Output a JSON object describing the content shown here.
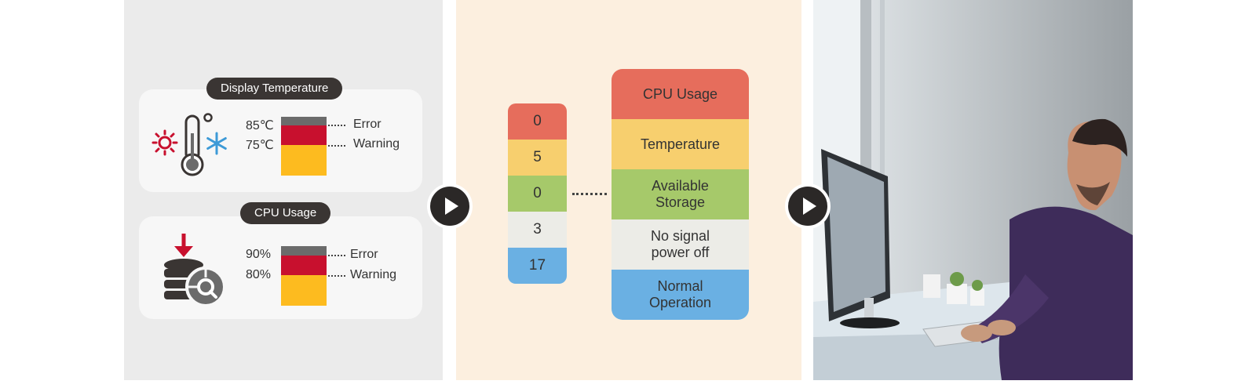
{
  "monitoring": {
    "display_temperature": {
      "title": "Display Temperature",
      "high_value": "85℃",
      "low_value": "75℃",
      "high_label": "Error",
      "low_label": "Warning"
    },
    "cpu_usage": {
      "title": "CPU Usage",
      "high_value": "90%",
      "low_value": "80%",
      "high_label": "Error",
      "low_label": "Warning"
    }
  },
  "counts": [
    "0",
    "5",
    "0",
    "3",
    "17"
  ],
  "statuses": [
    {
      "label_line1": "CPU Usage",
      "label_line2": ""
    },
    {
      "label_line1": "Temperature",
      "label_line2": ""
    },
    {
      "label_line1": "Available",
      "label_line2": "Storage"
    },
    {
      "label_line1": "No signal",
      "label_line2": "power off"
    },
    {
      "label_line1": "Normal",
      "label_line2": "Operation"
    }
  ],
  "colors": {
    "cpu": "#e66d5c",
    "temperature": "#f7cf6e",
    "storage": "#a6c96a",
    "no_signal": "#ecece7",
    "normal": "#6ab0e3",
    "error_band": "#c8102e",
    "warning_band": "#fdbb1f",
    "cap": "#6b6b6b",
    "accent_red": "#c8102e",
    "accent_blue": "#3d9ad7"
  },
  "icons": [
    "sun-icon",
    "thermometer-icon",
    "snowflake-icon",
    "database-icon",
    "download-arrow-icon",
    "pie-search-icon",
    "play-icon"
  ]
}
